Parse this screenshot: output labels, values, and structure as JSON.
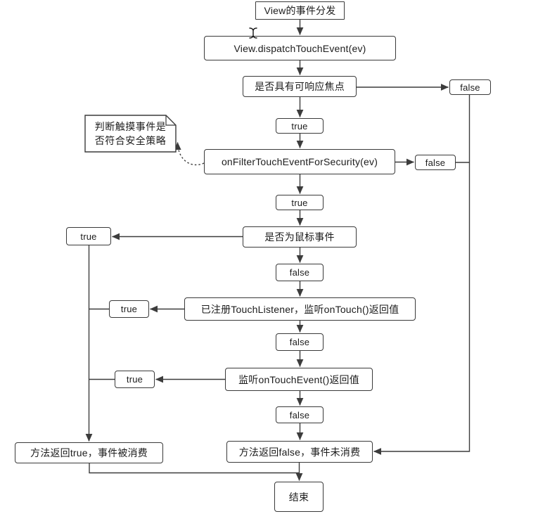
{
  "diagram": {
    "title": "View的事件分发",
    "nodes": {
      "start": {
        "label": "View的事件分发"
      },
      "dispatch": {
        "label": "View.dispatchTouchEvent(ev)"
      },
      "focus_check": {
        "label": "是否具有可响应焦点"
      },
      "security_filter": {
        "label": "onFilterTouchEventForSecurity(ev)"
      },
      "mouse_check": {
        "label": "是否为鼠标事件"
      },
      "touch_listener_check": {
        "label": "已注册TouchListener，监听onTouch()返回值"
      },
      "on_touch_event_check": {
        "label": "监听onTouchEvent()返回值"
      },
      "return_true": {
        "label": "方法返回true，事件被消费"
      },
      "return_false": {
        "label": "方法返回false，事件未消费"
      },
      "end": {
        "label": "结束"
      }
    },
    "note": {
      "line1": "判断触摸事件是",
      "line2": "否符合安全策略"
    },
    "branch_labels": {
      "true": "true",
      "false": "false"
    },
    "colors": {
      "line": "#3c3c3c",
      "box_border": "#3a3a3a",
      "box_fill": "#ffffff",
      "text": "#1c1c1c",
      "background": "#ffffff"
    }
  }
}
